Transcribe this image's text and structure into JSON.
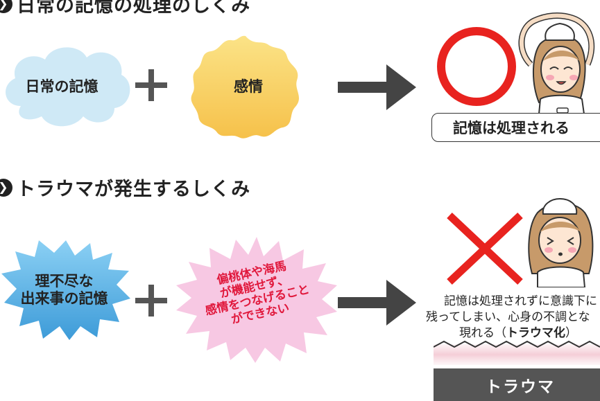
{
  "section1": {
    "heading": "日常の記憶の処理のしくみ"
  },
  "section2": {
    "heading": "トラウマが発生するしくみ"
  },
  "row1": {
    "cloud_label": "日常の記憶",
    "burst_label": "感情",
    "result_label": "記憶は処理される"
  },
  "row2": {
    "spiky_label_line1": "理不尽な",
    "spiky_label_line2": "出来事の記憶",
    "star_line1": "偏桃体や海馬",
    "star_line2": "が機能せず、",
    "star_line3": "感情をつなげること",
    "star_line4": "ができない",
    "desc_line1": "記憶は処理されずに意識下に",
    "desc_line2": "残ってしまい、心身の不調とな",
    "desc_line3_prefix": "現れる（",
    "desc_line3_bold": "トラウマ化",
    "desc_line3_suffix": "）",
    "trauma_label": "トラウマ"
  },
  "colors": {
    "cloud": "#cfe9f6",
    "burst": "#fad55c",
    "spiky": "#43a7e1",
    "star": "#f7c8e3",
    "star_text": "#e0183c",
    "circle": "#e8231f",
    "cross": "#e8231f",
    "arrow": "#444444",
    "plus": "#555555"
  }
}
